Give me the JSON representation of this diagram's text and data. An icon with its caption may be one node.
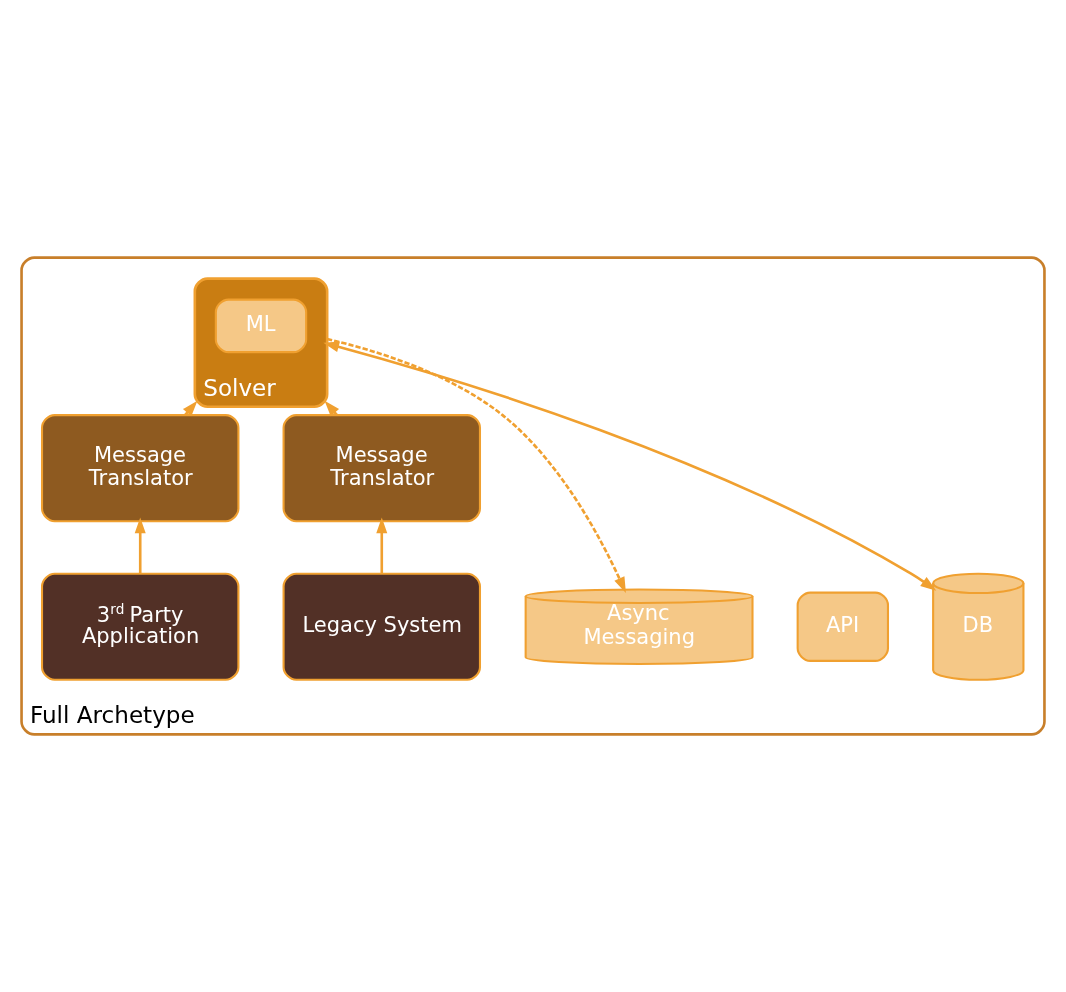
{
  "diagram": {
    "nodes": [
      {
        "text": [
          "Full Archetype"
        ]
      },
      {
        "text": [
          "DB"
        ],
        "in": 0
      },
      {
        "text": [
          "Solver"
        ],
        "in": 0
      },
      {
        "text": [
          "ML"
        ],
        "in": 2
      },
      {
        "text": [
          "API"
        ],
        "in": 0
      },
      {
        "text": [
          "Async Messaging"
        ],
        "in": 0
      },
      {
        "text": [
          "Message Translator"
        ],
        "in": 0
      },
      {
        "text": [
          "Message Translator"
        ],
        "in": 0
      },
      {
        "text": [
          "Legacy System"
        ],
        "in": 0
      },
      {
        "text": [
          "3$^{rd}$ Party Application"
        ],
        "in": 0
      }
    ],
    "edges": [
      {
        "from": 1,
        "to": 2,
        "arrow": "both"
      },
      {
        "from": 2,
        "to": 5,
        "arrow": "to",
        "style": "dashed"
      },
      {
        "from": 6,
        "to": 2,
        "arrow": "to",
        "style": "dashed"
      },
      {
        "from": 7,
        "to": 2,
        "arrow": "to",
        "style": "dashed"
      },
      {
        "from": 8,
        "to": 6,
        "arrow": "to"
      },
      {
        "from": 9,
        "to": 7,
        "arrow": "to"
      }
    ]
  }
}
